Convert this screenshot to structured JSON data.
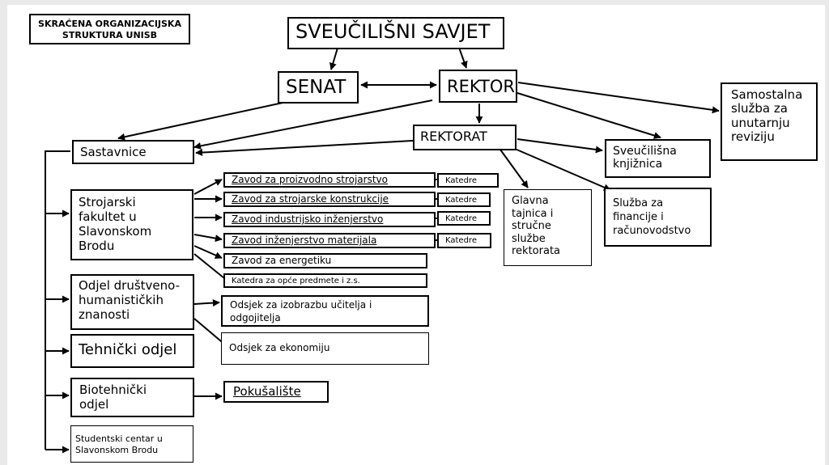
{
  "colors": {
    "background": "#ffffff",
    "frame": "#e9e9e9",
    "ink": "#000000"
  },
  "nodes": {
    "caption": "SKRAĆENA ORGANIZACIJSKA\nSTRUKTURA UNISB",
    "savjet": "SVEUČILIŠNI SAVJET",
    "senat": "SENAT",
    "rektor": "REKTOR",
    "revizija": "Samostalna\nslužba za\nunutarnju\nreviziju",
    "rektorat": "REKTORAT",
    "sastavnice": "Sastavnice",
    "knjiznica": "Sveučilišna\nknjižnica",
    "tajnica": "Glavna\ntajnica i\nstručne\nslužbe\nrektorata",
    "financije": "Služba za\nfinancije i\nračunovodstvo",
    "sfsb": "Strojarski\nfakultet u\nSlavonskom\nBrodu",
    "zavod_proizvodno": "Zavod za proizvodno strojarstvo",
    "zavod_konstrukcije": "Zavod za strojarske konstrukcije",
    "zavod_industrijsko": "Zavod industrijsko inženjerstvo",
    "zavod_materijala": "Zavod inženjerstvo materijala",
    "zavod_energetiku": "Zavod za energetiku",
    "katedra_opce": "Katedra za opće predmete i z.s.",
    "katedre_1": "Katedre",
    "katedre_2": "Katedre",
    "katedre_3": "Katedre",
    "katedre_4": "Katedre",
    "odjel_dh": "Odjel društveno-\nhumanističkih\nznanosti",
    "odsjek_ucitelja": "Odsjek za izobrazbu učitelja i\nodgojitelja",
    "odsjek_ekonomiju": "Odsjek za ekonomiju",
    "tehnicki": "Tehnički odjel",
    "biotehnicki": "Biotehnički\nodjel",
    "pokusaliste": "Pokušalište",
    "studentski": "Studentski centar u\nSlavonskom Brodu"
  }
}
